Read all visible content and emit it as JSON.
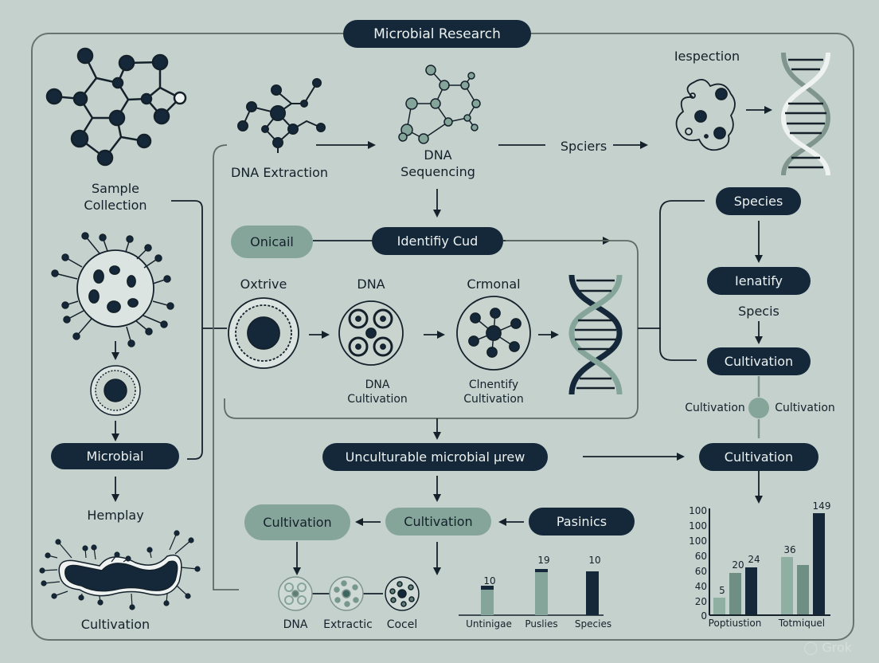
{
  "title": "Microbial Research",
  "left_column": {
    "sample_label": "Sample\nCollection",
    "microbial_pill": "Microbial",
    "hemplay_label": "Hemplay",
    "cultivation_label": "Cultivation"
  },
  "top_row": {
    "dna_extraction": "DNA Extraction",
    "dna_sequencing": "DNA\nSequencing",
    "spciers": "Spciers",
    "iespection": "Iespection"
  },
  "middle": {
    "onicail_pill": "Onicail",
    "identify_pill": "Identifiy Cud",
    "steps": [
      {
        "top": "Oxtrive",
        "bottom": ""
      },
      {
        "top": "DNA",
        "bottom": "DNA\nCultivation"
      },
      {
        "top": "Crmonal",
        "bottom": "Clnentify\nCultivation"
      }
    ]
  },
  "right_column": {
    "species_pill": "Species",
    "ienatify_pill": "Ienatify",
    "specis_label": "Specis",
    "cultivation_pill_1": "Cultivation",
    "cultivation_left": "Cultivation",
    "cultivation_right": "Cultivation",
    "cultivation_pill_2": "Cultivation"
  },
  "lower": {
    "unculturable_pill": "Unculturable microbial µrew",
    "cultivation_left_pill": "Cultivation",
    "cultivation_mid_pill": "Cultivation",
    "pasinics_pill": "Pasinics",
    "mini_labels": [
      "DNA",
      "Extractic",
      "Cocel"
    ]
  },
  "chart_data": [
    {
      "type": "bar",
      "title": "",
      "categories": [
        "Untinigae",
        "Puslies",
        "Species"
      ],
      "values": [
        10,
        19,
        10
      ],
      "colors": [
        "#86a59a",
        "#86a59a",
        "#14283a"
      ],
      "xlabel": "",
      "ylabel": "",
      "grid": false
    },
    {
      "type": "bar",
      "title": "",
      "categories": [
        "Poptiustion",
        "Totmiquel"
      ],
      "series": [
        {
          "name": "series-1",
          "values": [
            5,
            36
          ]
        },
        {
          "name": "series-2",
          "values": [
            20,
            32
          ]
        },
        {
          "name": "series-3",
          "values": [
            24,
            149
          ]
        }
      ],
      "data_labels": [
        [
          "5",
          "20",
          "24"
        ],
        [
          "36",
          "",
          "149"
        ]
      ],
      "y_tick_labels": [
        "0",
        "20",
        "40",
        "60",
        "60",
        "100",
        "100",
        "100"
      ],
      "colors": [
        "#8fafa2",
        "#6f8e84",
        "#14283a"
      ],
      "xlabel": "",
      "ylabel": "",
      "grid": false
    }
  ],
  "watermark": "Grok",
  "colors": {
    "background": "#c5d1cc",
    "dark": "#14283a",
    "sage": "#86a59a",
    "frame": "#66766f"
  }
}
